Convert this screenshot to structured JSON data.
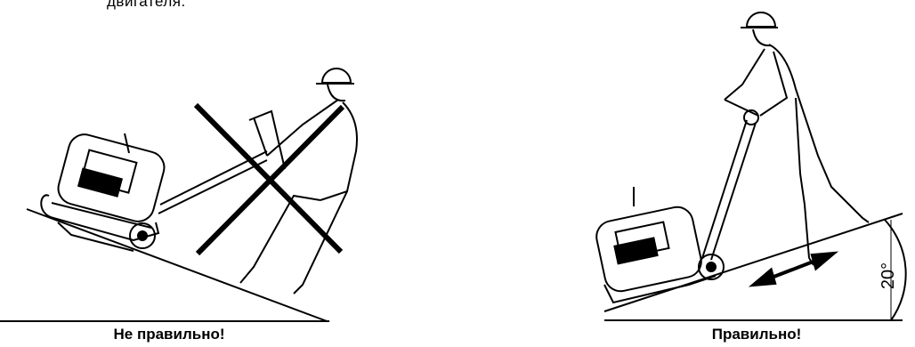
{
  "header": {
    "text": "двигателя."
  },
  "left": {
    "caption": "Не правильно!",
    "icons": [
      "compactor-icon",
      "worker-icon",
      "cross-mark-icon"
    ]
  },
  "right": {
    "caption": "Правильно!",
    "angle_label": "20°",
    "icons": [
      "compactor-icon",
      "worker-icon",
      "double-arrow-icon"
    ]
  },
  "colors": {
    "ink": "#000000",
    "background": "#ffffff"
  }
}
